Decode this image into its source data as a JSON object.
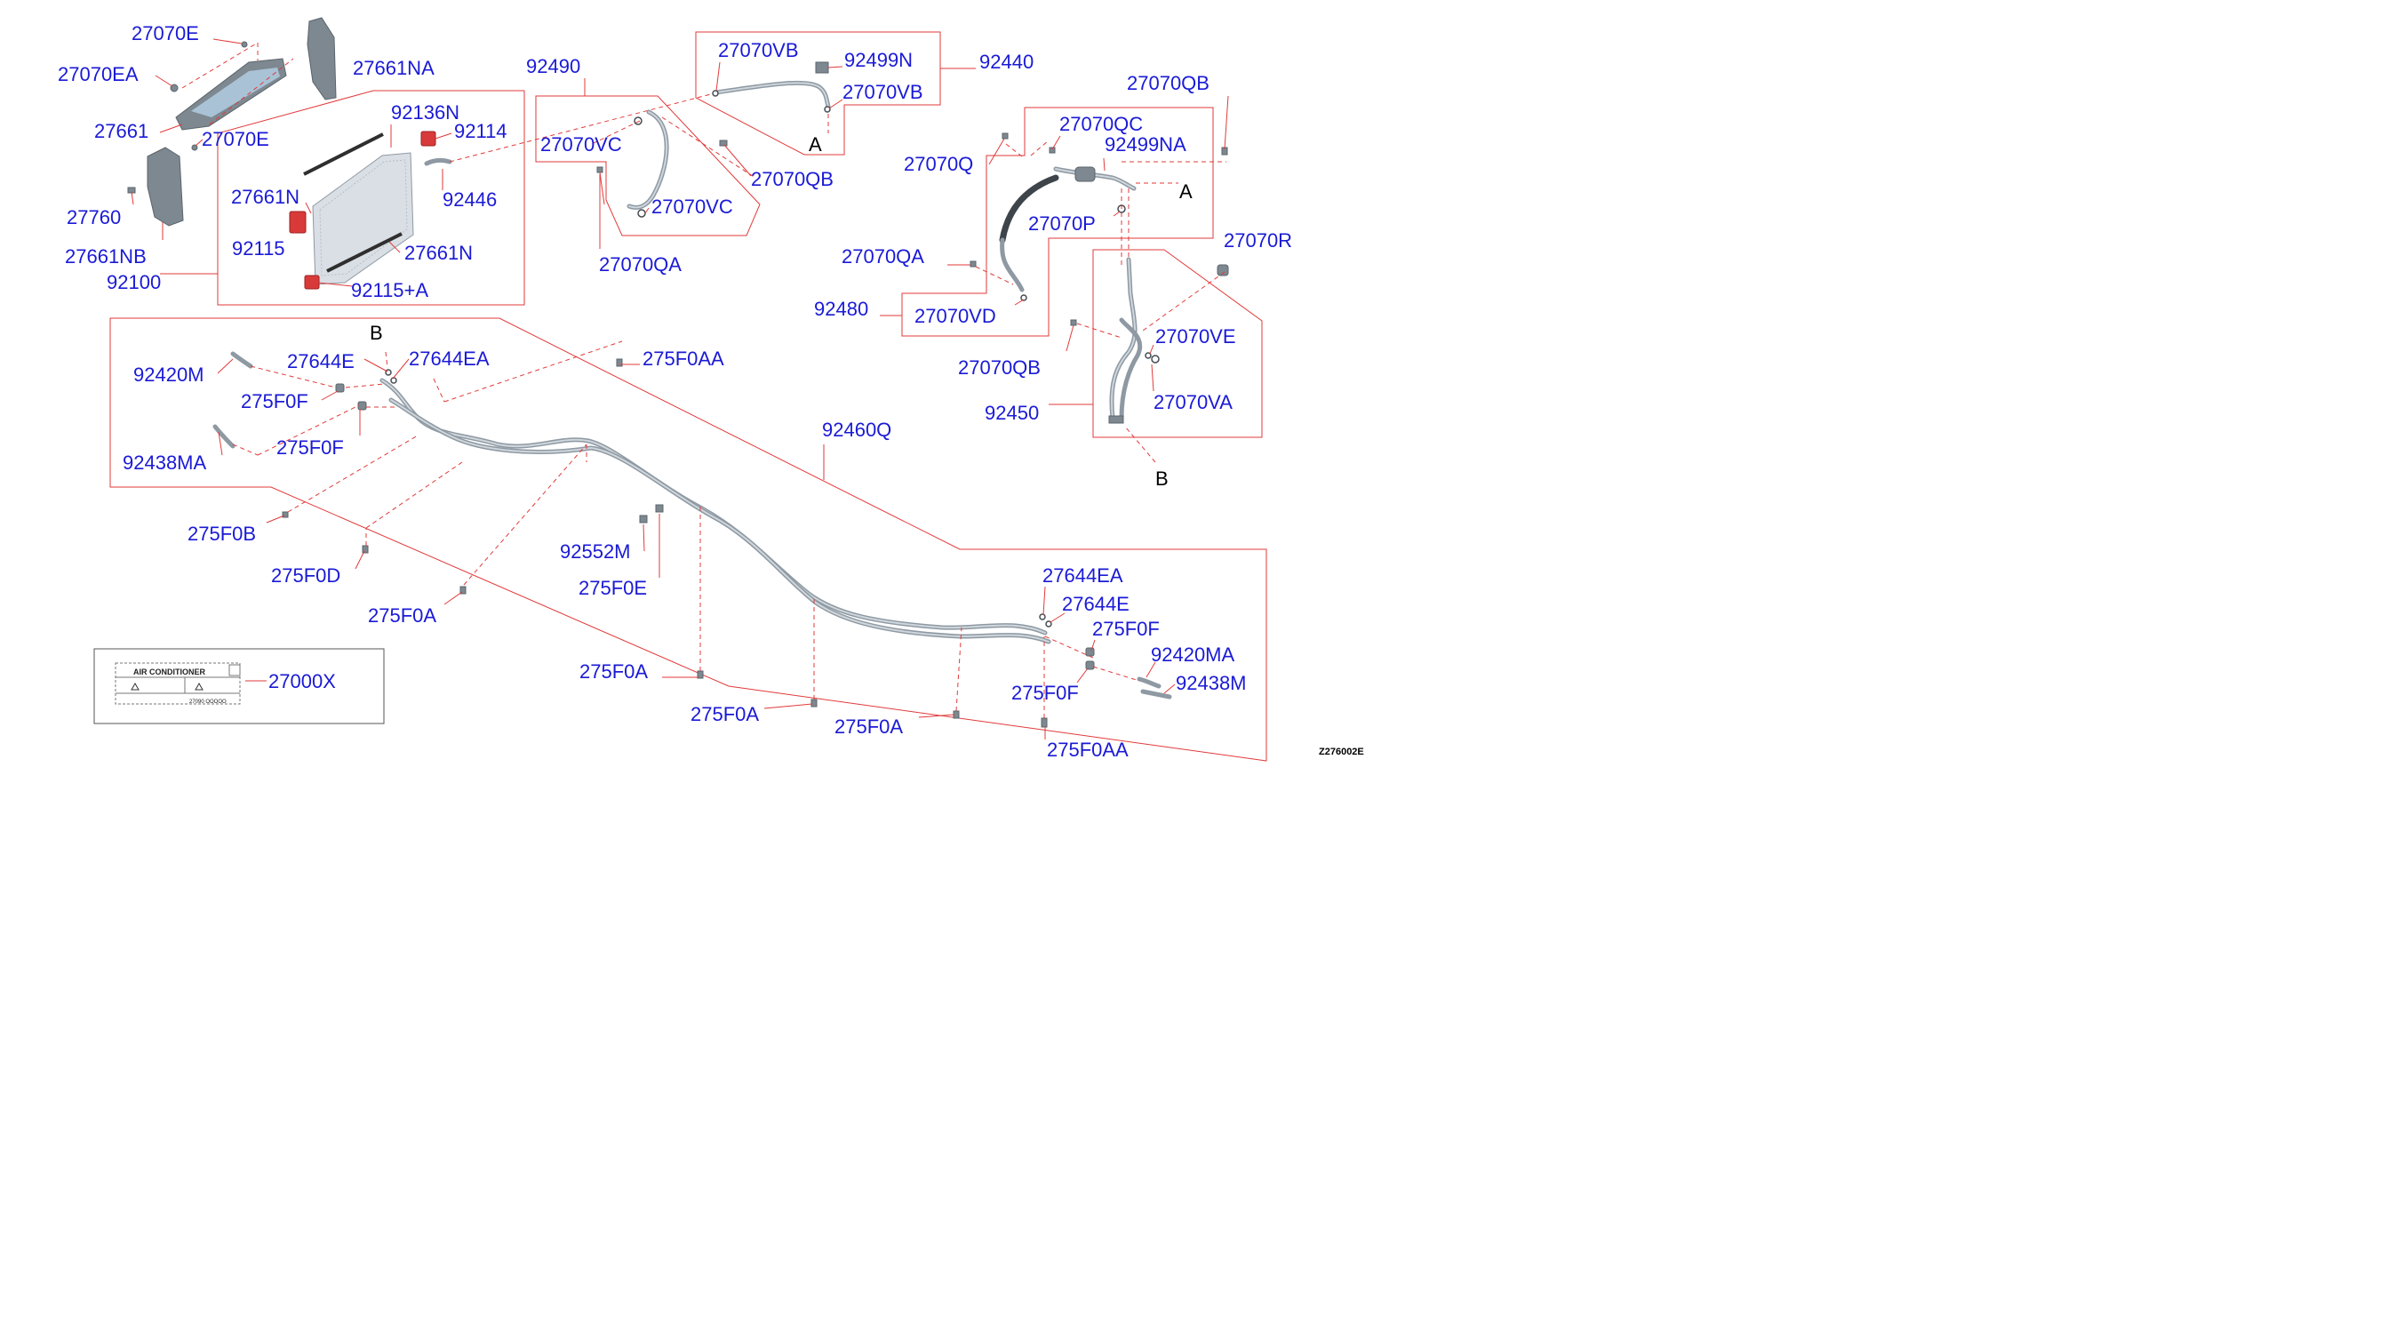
{
  "drawing_code": "Z276002E",
  "markers": {
    "a1": "A",
    "a2": "A",
    "b1": "B",
    "b2": "B"
  },
  "labels": {
    "l_27070E_top": "27070E",
    "l_27070EA": "27070EA",
    "l_27661NA": "27661NA",
    "l_27661": "27661",
    "l_27070E_mid": "27070E",
    "l_27760": "27760",
    "l_27661NB": "27661NB",
    "l_92100": "92100",
    "l_92136N": "92136N",
    "l_92114": "92114",
    "l_27661N_a": "27661N",
    "l_92446": "92446",
    "l_92115": "92115",
    "l_27661N_b": "27661N",
    "l_92115A": "92115+A",
    "l_92490": "92490",
    "l_27070VC_a": "27070VC",
    "l_27070VC_b": "27070VC",
    "l_27070QA_a": "27070QA",
    "l_27070QB_a": "27070QB",
    "l_27070VB_a": "27070VB",
    "l_92499N": "92499N",
    "l_27070VB_b": "27070VB",
    "l_92440": "92440",
    "l_27070QB_b": "27070QB",
    "l_27070QC": "27070QC",
    "l_92499NA": "92499NA",
    "l_27070Q": "27070Q",
    "l_27070P": "27070P",
    "l_27070QA_b": "27070QA",
    "l_27070R": "27070R",
    "l_92480": "92480",
    "l_27070VD": "27070VD",
    "l_27070VE": "27070VE",
    "l_27070QB_c": "27070QB",
    "l_27070VA": "27070VA",
    "l_92450": "92450",
    "l_92420M": "92420M",
    "l_27644E_a": "27644E",
    "l_27644EA_a": "27644EA",
    "l_275F0AA_a": "275F0AA",
    "l_275F0F_a": "275F0F",
    "l_275F0F_b": "275F0F",
    "l_92438MA": "92438MA",
    "l_92460Q": "92460Q",
    "l_275F0B": "275F0B",
    "l_275F0D": "275F0D",
    "l_92552M": "92552M",
    "l_275F0E": "275F0E",
    "l_275F0A_a": "275F0A",
    "l_27644EA_b": "27644EA",
    "l_27644E_b": "27644E",
    "l_275F0F_c": "275F0F",
    "l_92420MA": "92420MA",
    "l_92438M": "92438M",
    "l_275F0F_d": "275F0F",
    "l_275F0A_b": "275F0A",
    "l_275F0A_c": "275F0A",
    "l_275F0A_d": "275F0A",
    "l_275F0AA_b": "275F0AA",
    "l_27000X": "27000X"
  },
  "label_plate": {
    "title": "AIR CONDITIONER",
    "code": "27090 OOOOO"
  },
  "colors": {
    "label_text": "#1a1ad6",
    "leader": "#e23a3a",
    "pipe": "#8e99a3",
    "accent_part": "#d83a3a"
  }
}
